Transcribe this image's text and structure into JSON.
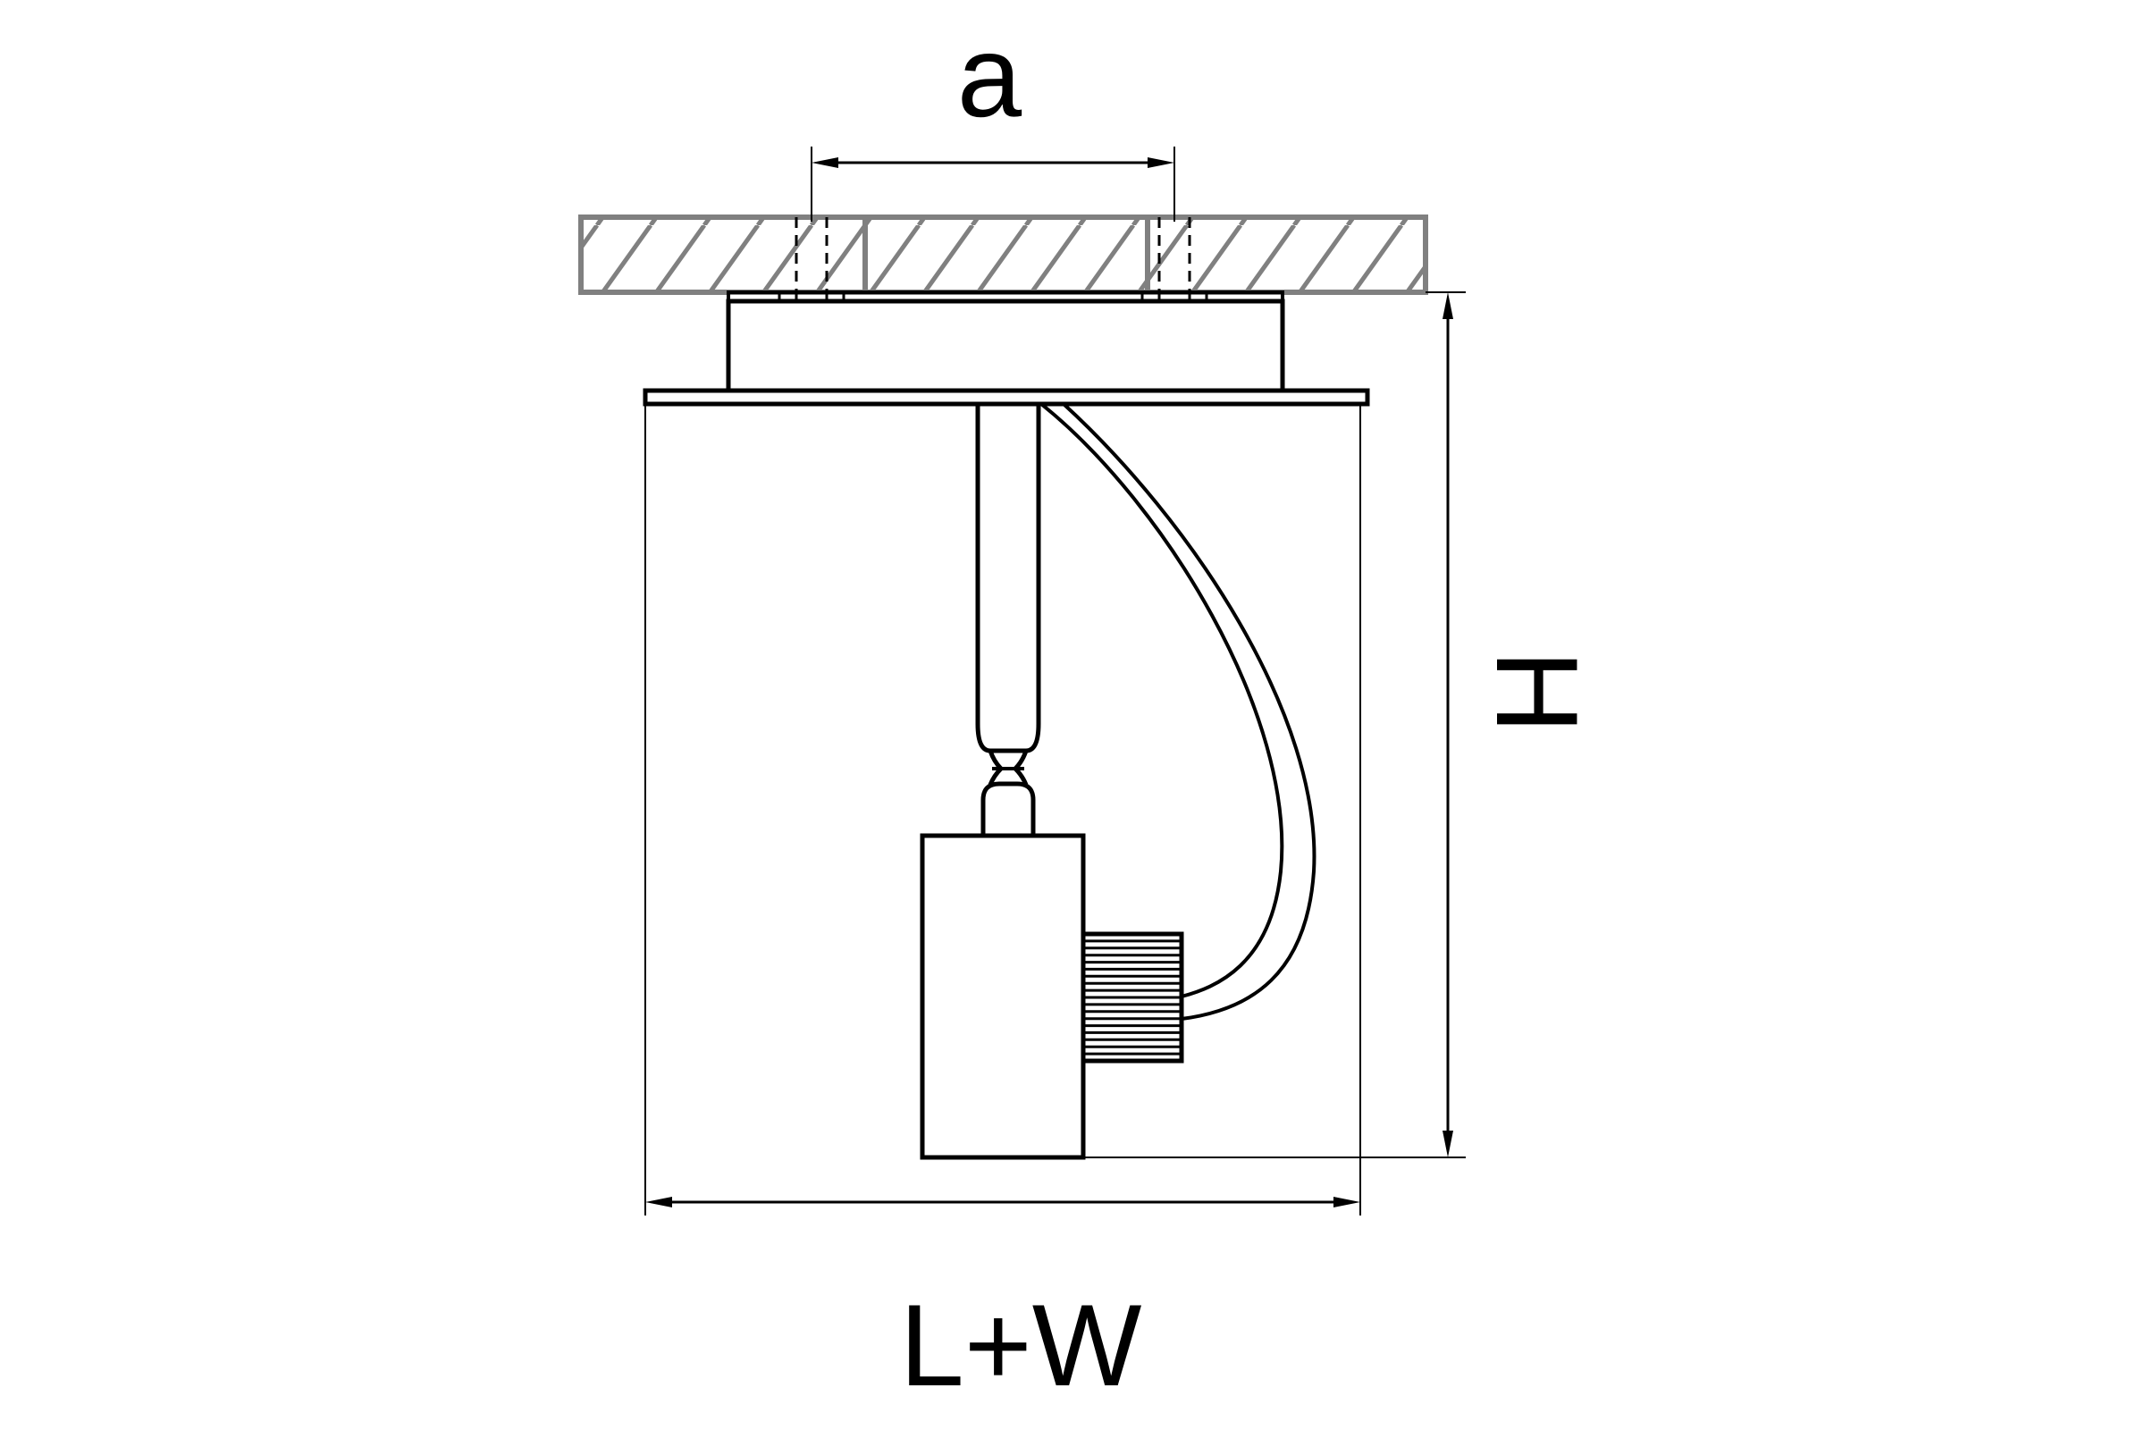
{
  "diagram": {
    "labels": {
      "a": "a",
      "height": "H",
      "width": "L+W"
    }
  },
  "colors": {
    "line": "#000000",
    "ceiling": "#808080",
    "background": "#ffffff"
  }
}
